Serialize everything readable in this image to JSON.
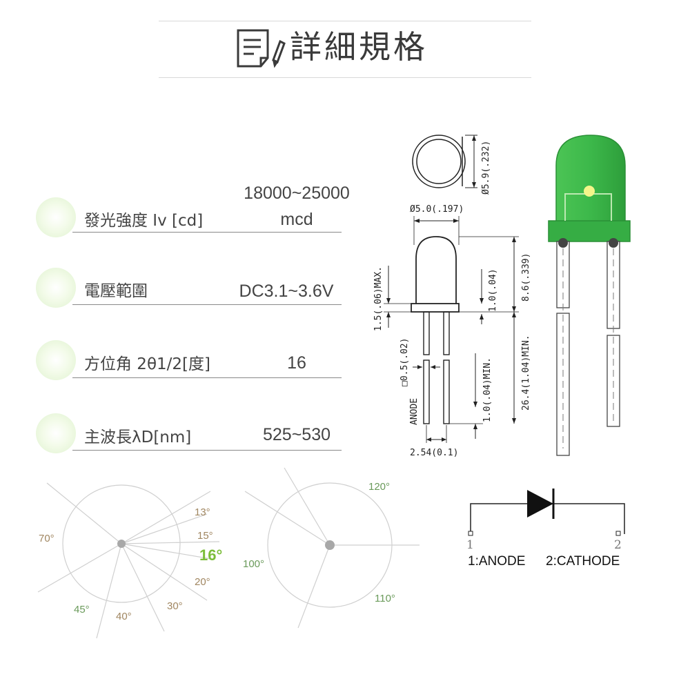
{
  "header": {
    "title": "詳細規格",
    "icon": "document-pen-icon"
  },
  "specs": [
    {
      "label": "發光強度 Iv [cd]",
      "value_line1": "18000~25000",
      "value_line2": "mcd"
    },
    {
      "label": "電壓範圍",
      "value_line1": "DC3.1~3.6V"
    },
    {
      "label": "方位角 2θ1/2[度]",
      "value_line1": "16"
    },
    {
      "label": "主波長λD[nm]",
      "value_line1": "525~530"
    }
  ],
  "drawing": {
    "dia_outer": "Ø5.9(.232)",
    "dia_inner": "Ø5.0(.197)",
    "flange_max": "1.5(.06)MAX.",
    "flange_h": "1.0(.04)",
    "body_h": "8.6(.339)",
    "lead_sq": "□0.5(.02)",
    "anode": "ANODE",
    "lead_min": "1.0(.04)MIN.",
    "lead_len": "26.4(1.04)MIN.",
    "pitch": "2.54(0.1)"
  },
  "led": {
    "color": "#3cb84a",
    "dot_color": "#f4f58a"
  },
  "beam_left": {
    "labels": [
      "13°",
      "15°",
      "16°",
      "20°",
      "30°",
      "40°",
      "45°",
      "70°"
    ],
    "highlight": "16°",
    "highlight_color": "#7cbd3a",
    "label_color": "#a08660"
  },
  "beam_right": {
    "labels": [
      "120°",
      "100°",
      "110°"
    ],
    "label_color": "#6a9a5a"
  },
  "symbol": {
    "pin1_num": "1",
    "pin2_num": "2",
    "pin1_label": "1:ANODE",
    "pin2_label": "2:CATHODE"
  }
}
